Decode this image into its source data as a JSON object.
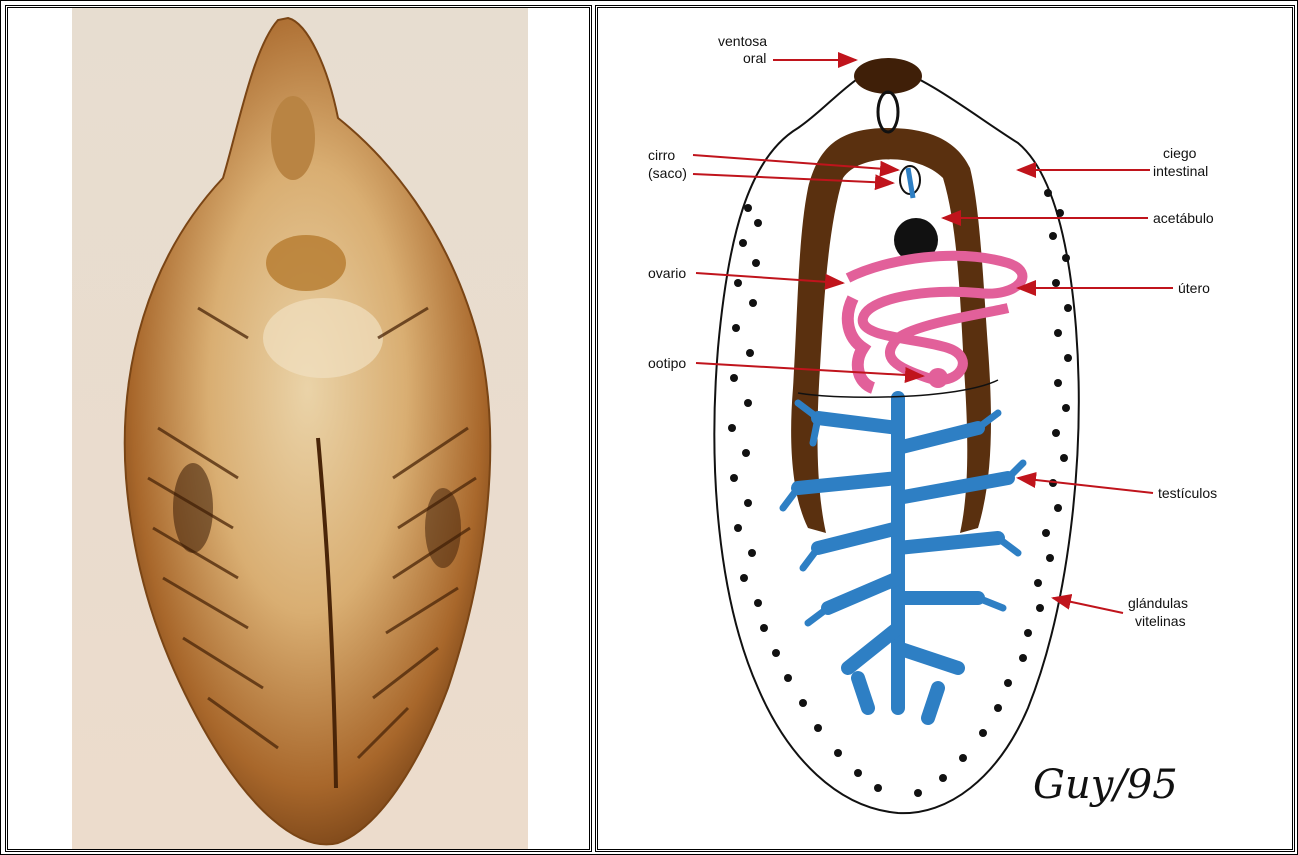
{
  "labels": {
    "ventosa": "ventosa",
    "oral": "oral",
    "cirro": "cirro",
    "saco": "(saco)",
    "ciego": "ciego",
    "intestinal": "intestinal",
    "acetabulo": "acetábulo",
    "ovario": "ovario",
    "utero": "útero",
    "ootipo": "ootipo",
    "testiculos": "testículos",
    "glandulas": "glándulas",
    "vitelinas": "vitelinas"
  },
  "signature": "Guy/95",
  "colors": {
    "arrow": "#c0141c",
    "gut": "#5a300f",
    "testes": "#2e7fc4",
    "uterus": "#e2609a",
    "specimen_light": "#e8c592",
    "specimen_dark": "#9a5f25"
  }
}
